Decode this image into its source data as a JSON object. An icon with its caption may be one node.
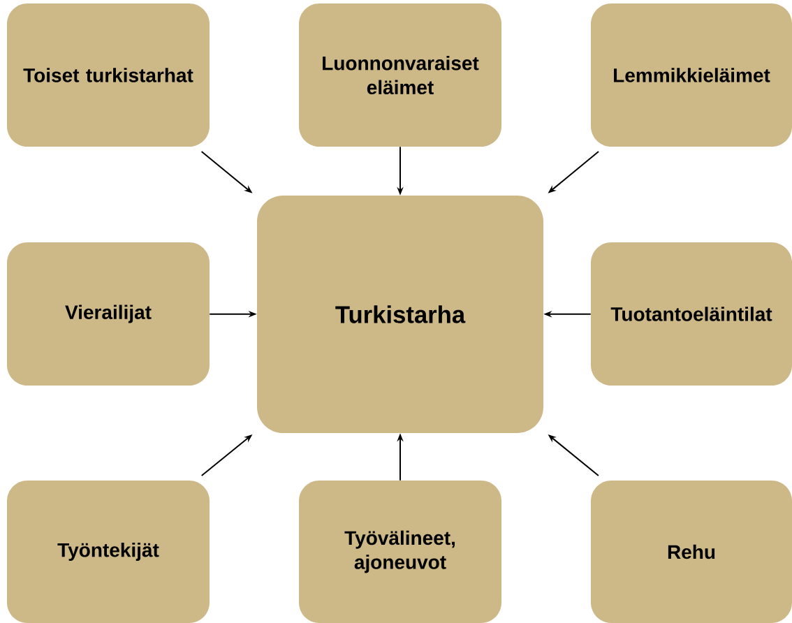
{
  "diagram": {
    "nodes": [
      {
        "text": [
          "Toiset turkistarhat"
        ]
      },
      {
        "text": [
          "Luonnonvaraiset eläimet"
        ]
      },
      {
        "text": [
          "Lemmikkieläimet"
        ]
      },
      {
        "text": [
          "Vierailijat"
        ]
      },
      {
        "text": [
          "Turkistarha"
        ]
      },
      {
        "text": [
          "Tuotantoeläintilat"
        ]
      },
      {
        "text": [
          "Työntekijät"
        ]
      },
      {
        "text": [
          "Työvälineet, ajoneuvot"
        ]
      },
      {
        "text": [
          "Rehu"
        ]
      }
    ],
    "edges": [
      {
        "from": 0,
        "to": 4,
        "arrow": "to"
      },
      {
        "from": 1,
        "to": 4,
        "arrow": "to"
      },
      {
        "from": 2,
        "to": 4,
        "arrow": "to"
      },
      {
        "from": 3,
        "to": 4,
        "arrow": "to"
      },
      {
        "from": 5,
        "to": 4,
        "arrow": "to"
      },
      {
        "from": 6,
        "to": 4,
        "arrow": "to"
      },
      {
        "from": 7,
        "to": 4,
        "arrow": "to"
      },
      {
        "from": 8,
        "to": 4,
        "arrow": "to"
      }
    ]
  }
}
